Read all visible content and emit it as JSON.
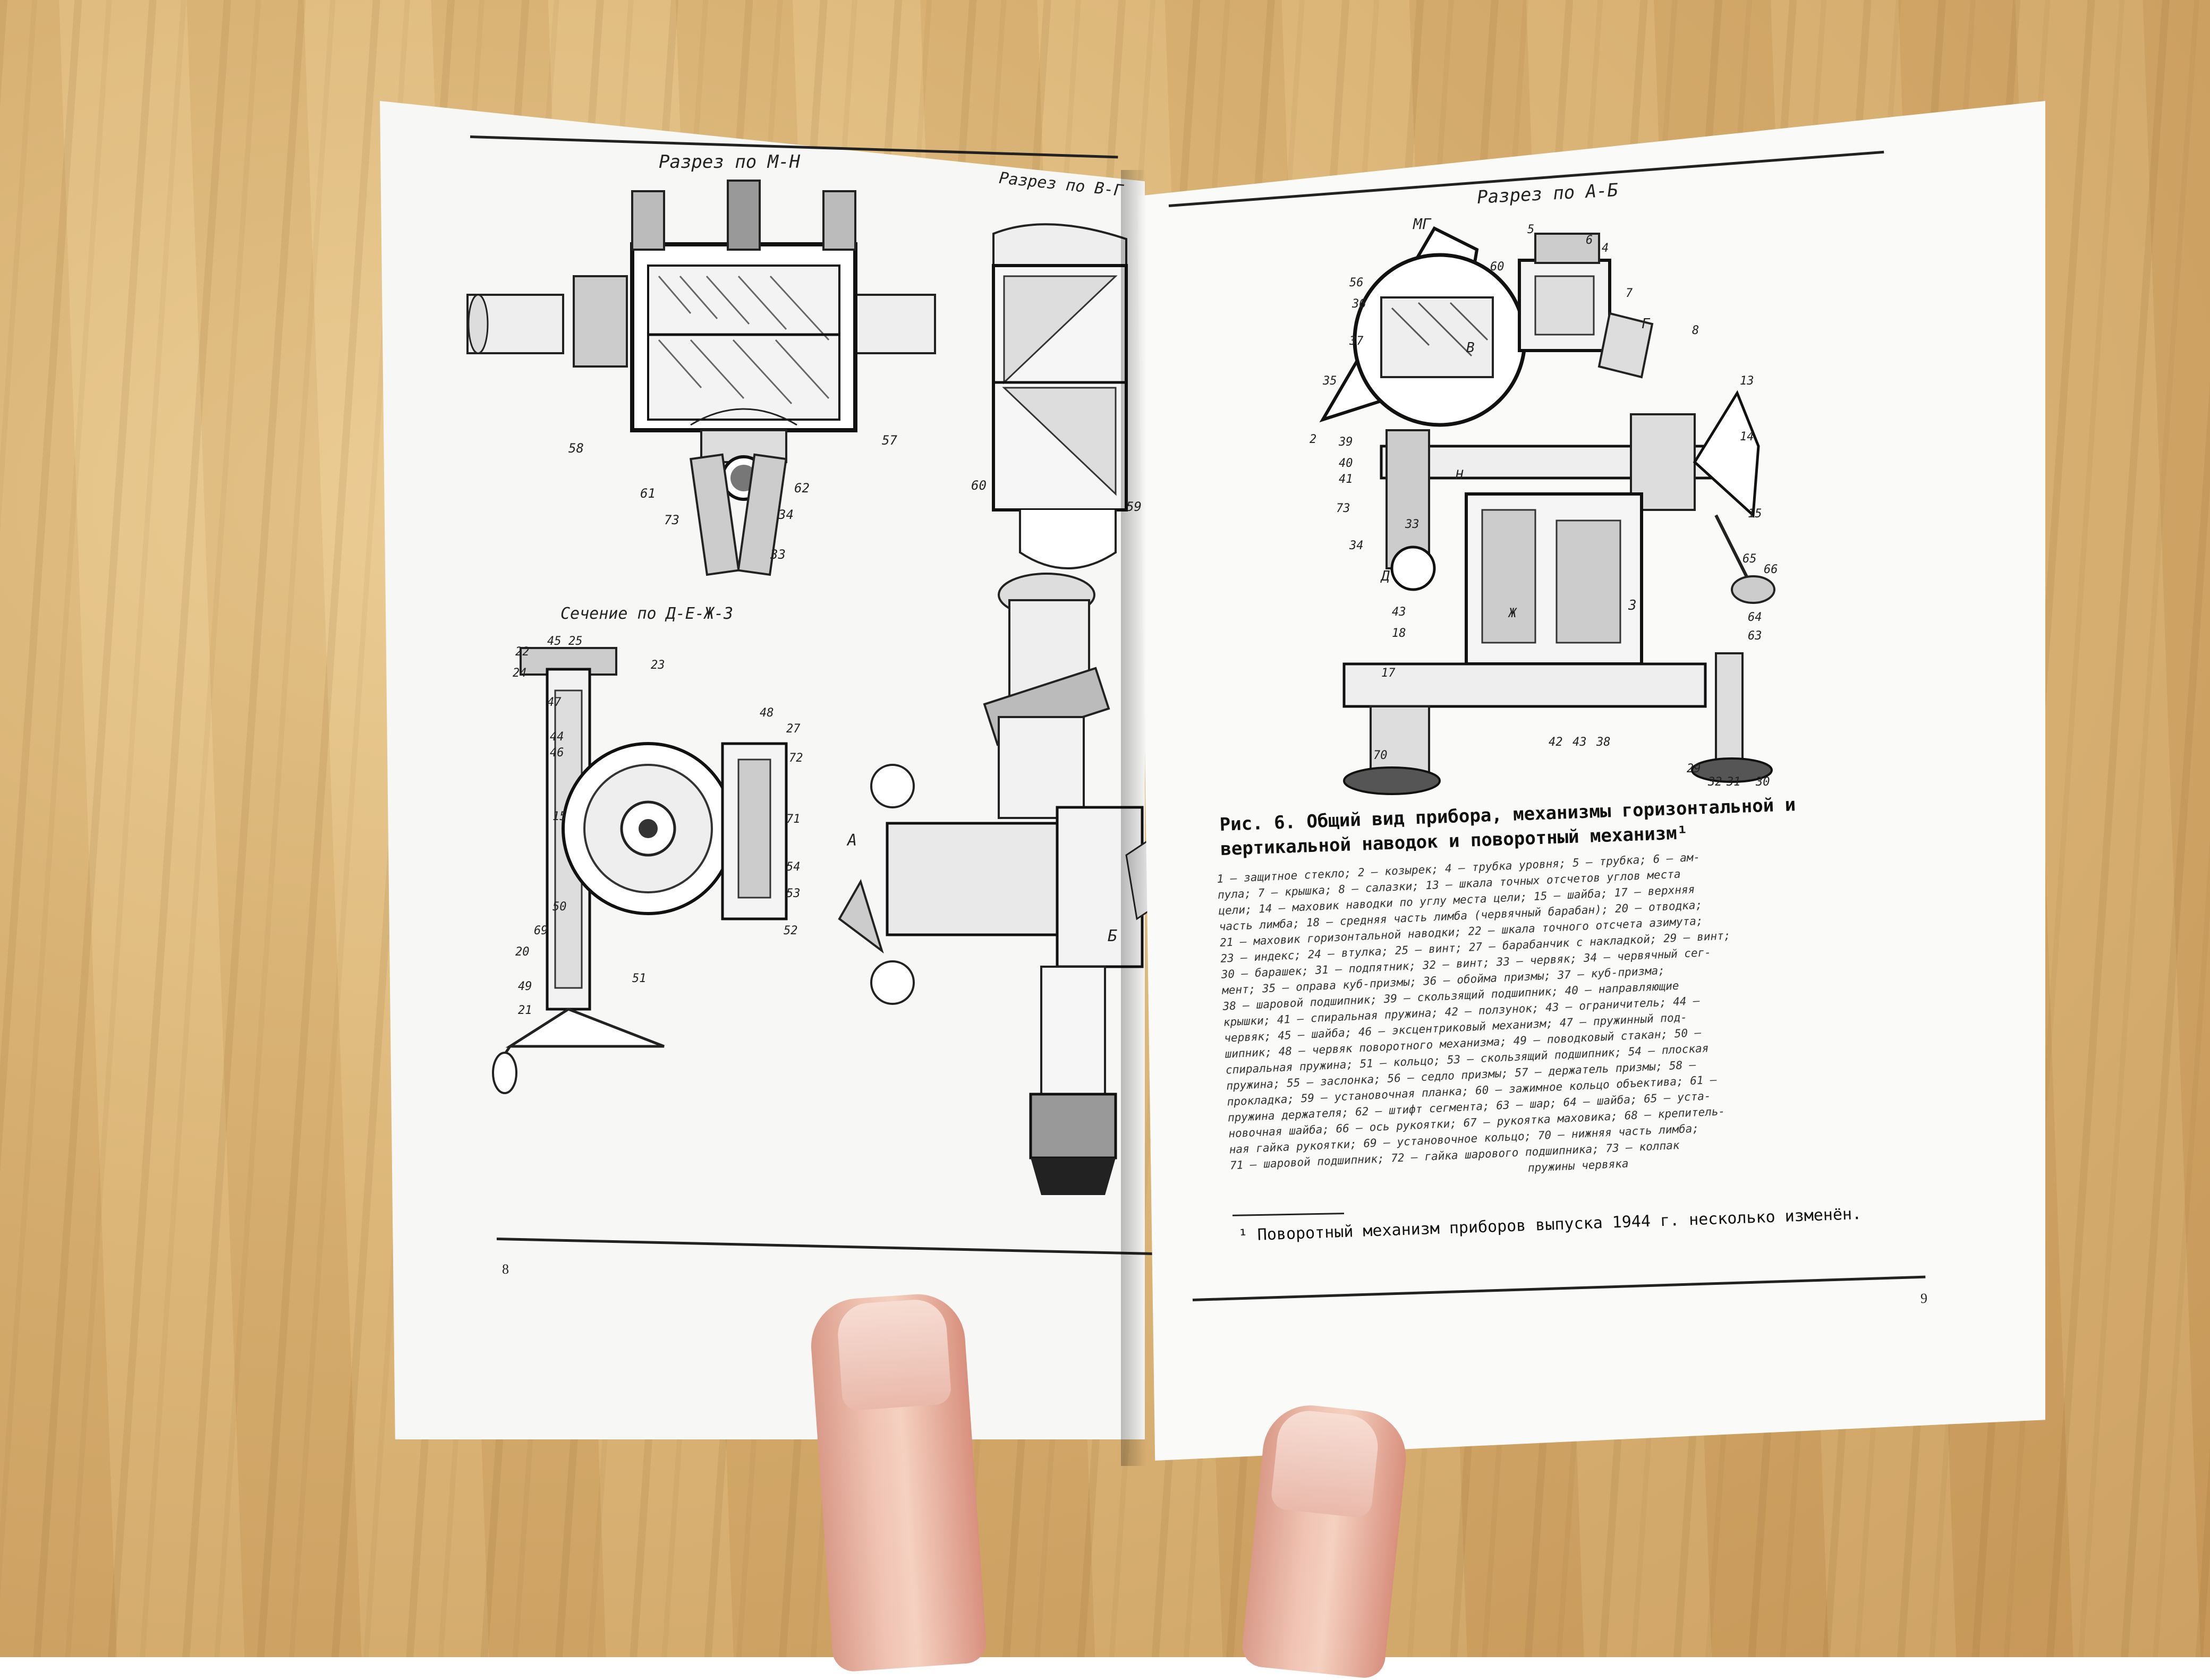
{
  "left_page": {
    "section_mn": "Разрез по М-Н",
    "section_vg": "Разрез по В-Г",
    "section_dezz": "Сечение по Д-Е-Ж-З",
    "page_number": "8",
    "labels_mn": [
      "58",
      "57",
      "61",
      "62",
      "73",
      "34",
      "33"
    ],
    "labels_vg": [
      "60",
      "59"
    ],
    "labels_dezz": [
      "22",
      "45",
      "25",
      "23",
      "24",
      "47",
      "44",
      "46",
      "15",
      "50",
      "69",
      "20",
      "49",
      "21",
      "51",
      "48",
      "27",
      "72",
      "71",
      "54",
      "53",
      "52"
    ],
    "labels_view": [
      "A",
      "Б"
    ]
  },
  "right_page": {
    "section_ab": "Разрез по А-Б",
    "labels_ab": [
      "МГ",
      "5",
      "6",
      "4",
      "56",
      "60",
      "36",
      "7",
      "Г",
      "8",
      "37",
      "В",
      "35",
      "13",
      "14",
      "2",
      "39",
      "40",
      "41",
      "Н",
      "73",
      "15",
      "34",
      "33",
      "Д",
      "65",
      "66",
      "43",
      "Ж",
      "З",
      "64",
      "63",
      "18",
      "17",
      "42",
      "43",
      "38",
      "70",
      "29",
      "32",
      "31",
      "30"
    ],
    "figure_caption": "Рис. 6. Общий вид прибора, механизмы горизонтальной и вертикальной наводок и поворотный механизм¹",
    "legend_lines": [
      "1 — защитное стекло; 2 — козырек; 4 — трубка уровня; 5 — трубка; 6 — ам-",
      "пула; 7 — крышка; 8 — салазки; 13 — шкала точных отсчетов углов места",
      "цели; 14 — маховик наводки по углу места цели; 15 — шайба; 17 — верхняя",
      "часть лимба; 18 — средняя часть лимба (червячный барабан); 20 — отводка;",
      "21 — маховик горизонтальной наводки; 22 — шкала точного отсчета азимута;",
      "23 — индекс; 24 — втулка; 25 — винт; 27 — барабанчик с накладкой; 29 — винт;",
      "30 — барашек; 31 — подпятник; 32 — винт; 33 — червяк; 34 — червячный сег-",
      "мент; 35 — оправа куб-призмы; 36 — обойма призмы; 37 — куб-призма;",
      "38 — шаровой подшипник; 39 — скользящий подшипник; 40 — направляющие",
      "крышки; 41 — спиральная пружина; 42 — ползунок; 43 — ограничитель; 44 —",
      "червяк; 45 — шайба; 46 — эксцентриковый механизм; 47 — пружинный под-",
      "шипник; 48 — червяк поворотного механизма; 49 — поводковый стакан; 50 —",
      "спиральная пружина; 51 — кольцо; 53 — скользящий подшипник; 54 — плоская",
      "пружина; 55 — заслонка; 56 — седло призмы; 57 — держатель призмы; 58 —",
      "прокладка; 59 — установочная планка; 60 — зажимное кольцо объектива; 61 —",
      "пружина держателя; 62 — штифт сегмента; 63 — шар; 64 — шайба; 65 — уста-",
      "новочная шайба; 66 — ось рукоятки; 67 — рукоятка маховика; 68 — крепитель-",
      "ная гайка рукоятки; 69 — установочное кольцо; 70 — нижняя часть лимба;",
      "71 — шаровой подшипник; 72 — гайка шарового подшипника; 73 — колпак",
      "пружины червяка"
    ],
    "footnote": "¹ Поворотный механизм приборов выпуска 1944 г. несколько изменён.",
    "page_number": "9"
  }
}
